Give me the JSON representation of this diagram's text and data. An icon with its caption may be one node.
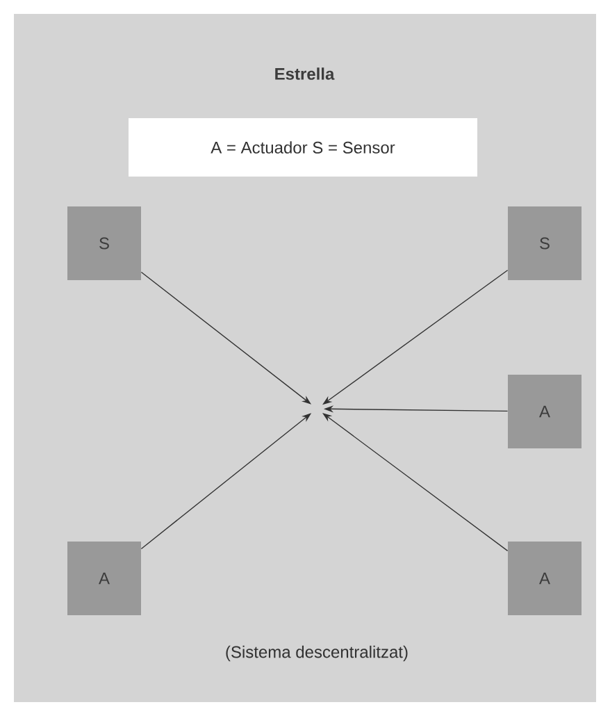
{
  "diagram": {
    "title": "Estrella",
    "caption": "(Sistema descentralitzat)",
    "nodes": [
      {
        "text": [
          "A = Actuador    S = Sensor"
        ]
      },
      {
        "text": [
          "S"
        ]
      },
      {
        "text": [
          "S"
        ]
      },
      {
        "text": [
          "A"
        ]
      },
      {
        "text": [
          "A"
        ]
      },
      {
        "text": [
          "A"
        ]
      }
    ],
    "edges": [
      {
        "from": 1,
        "to": null,
        "arrow": "to"
      },
      {
        "from": 2,
        "to": null,
        "arrow": "to"
      },
      {
        "from": 3,
        "to": null,
        "arrow": "to"
      },
      {
        "from": 4,
        "to": null,
        "arrow": "to"
      },
      {
        "from": 5,
        "to": null,
        "arrow": "to"
      }
    ]
  }
}
